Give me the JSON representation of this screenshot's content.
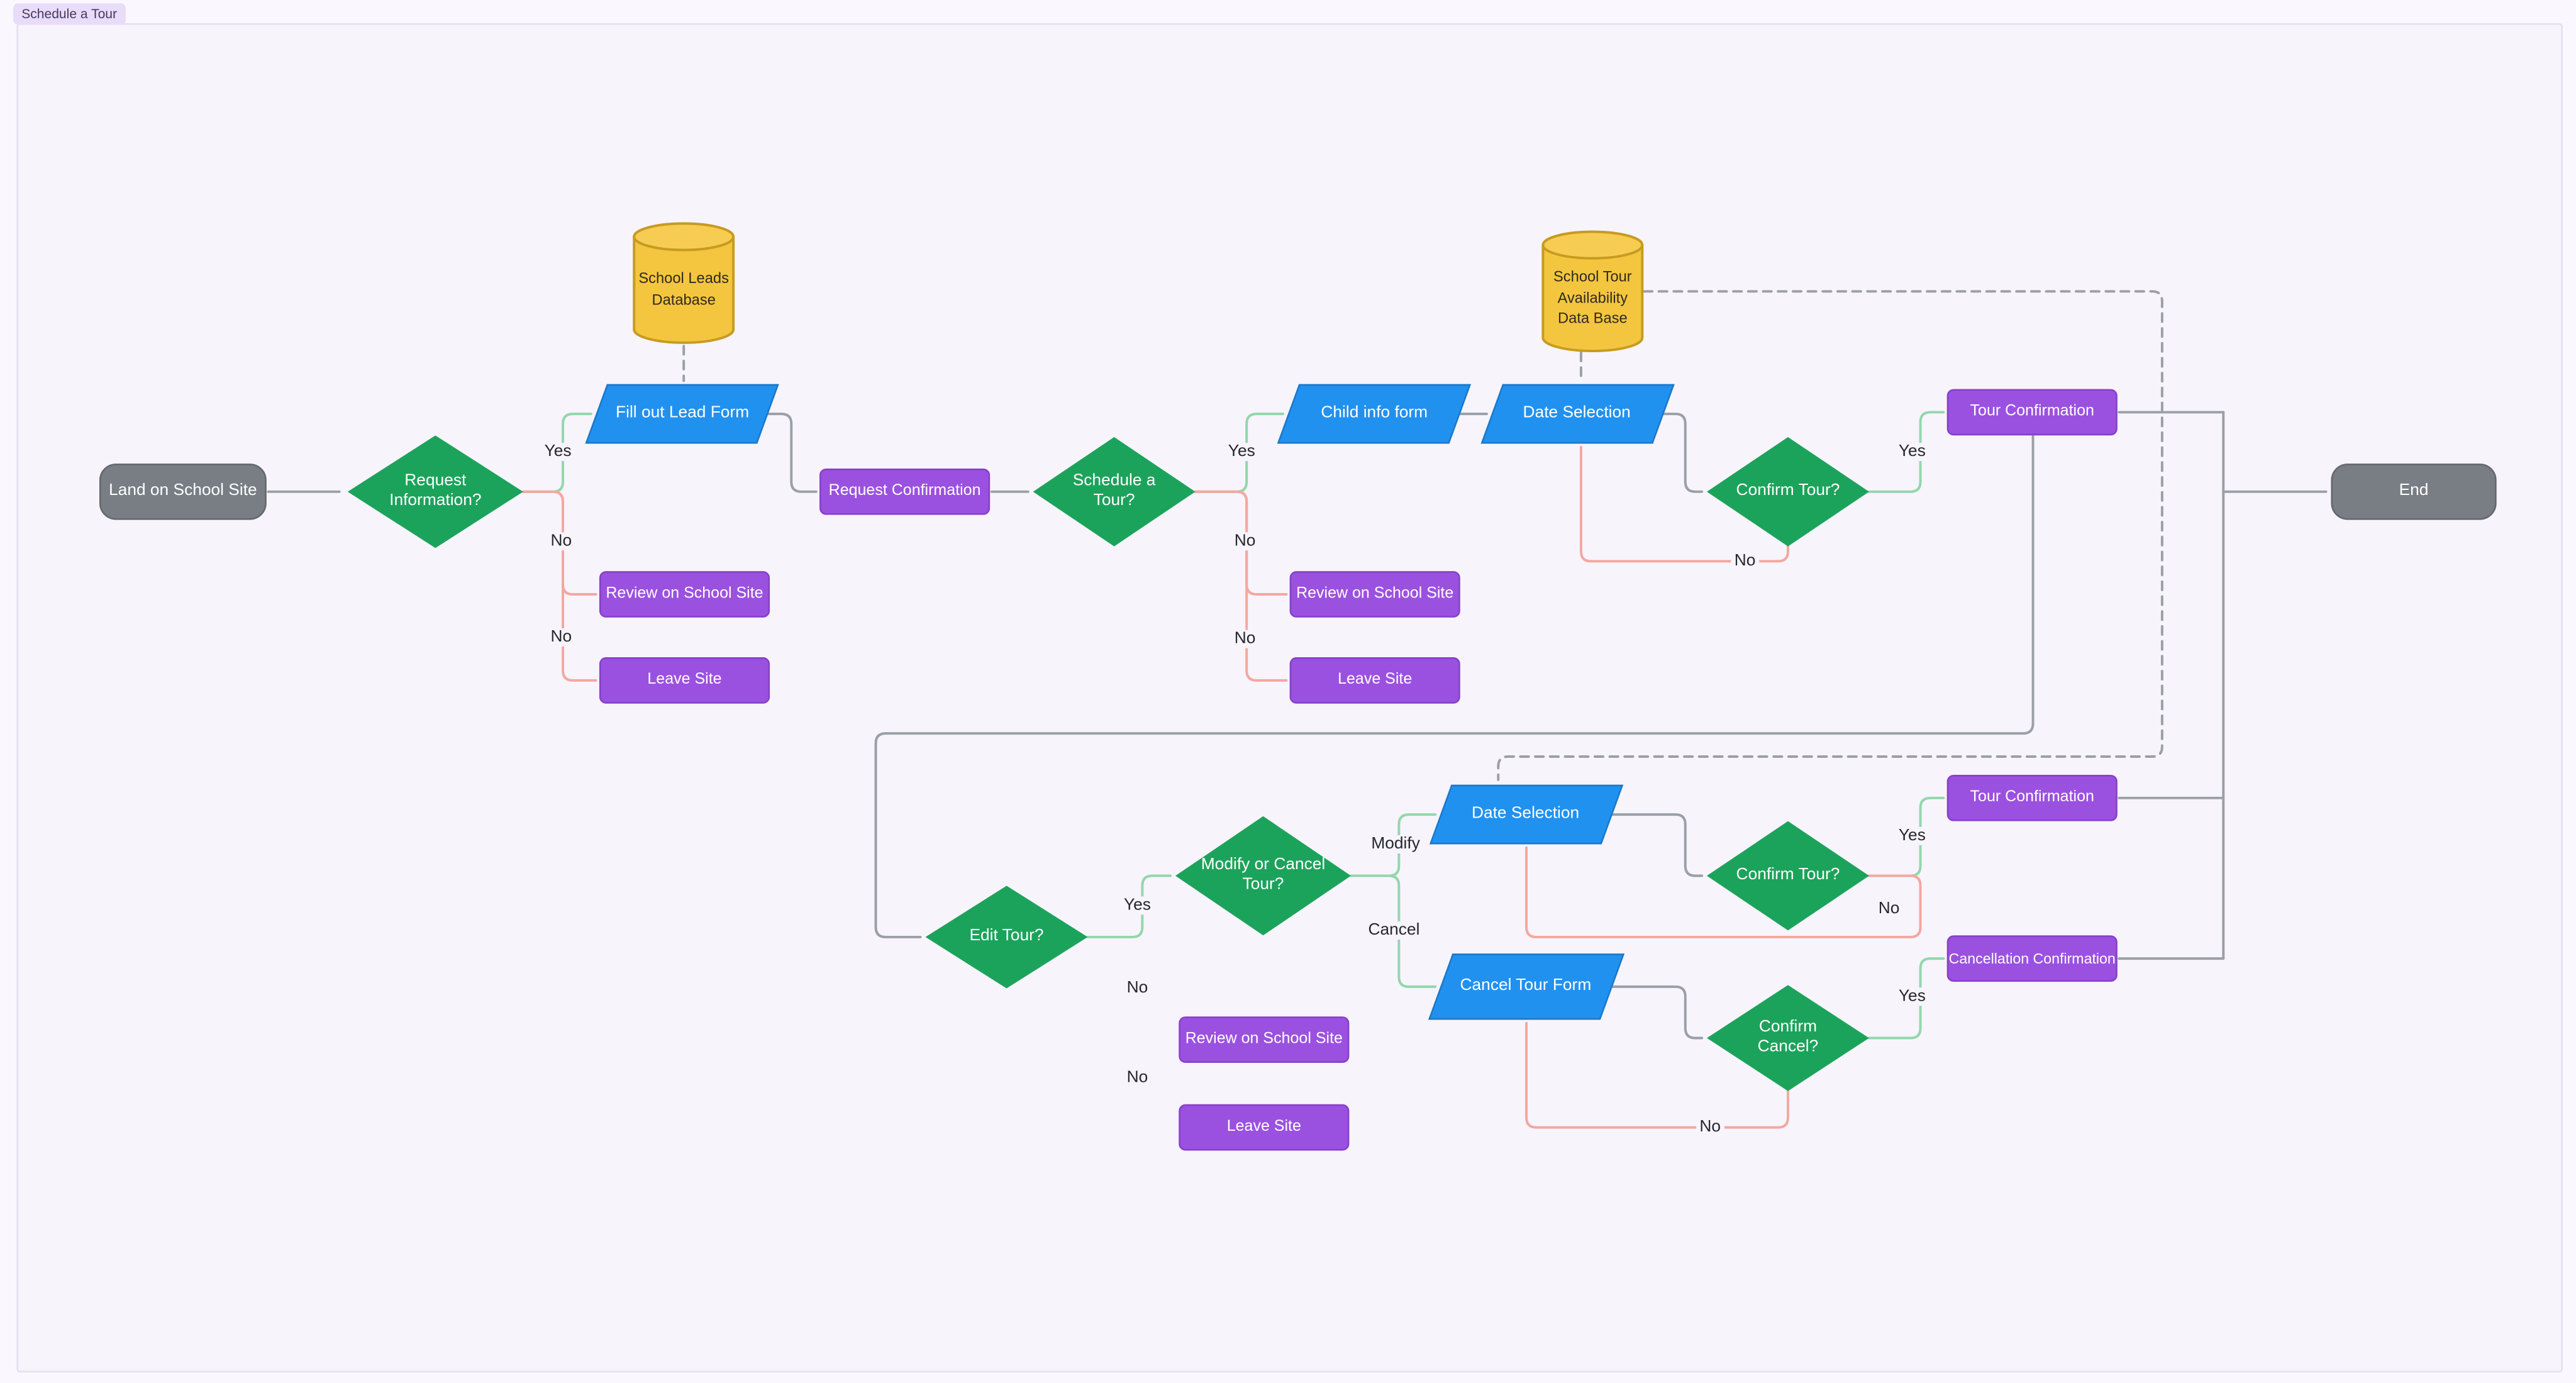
{
  "frame": {
    "badge": "Schedule a Tour"
  },
  "palette": {
    "decision_green": "#1CA35B",
    "io_blue": "#2191F0",
    "process_purple": "#9B51E0",
    "terminator_gray": "#797D84",
    "database_yellow": "#F4C63F",
    "edge_yes_green": "#93D7AB",
    "edge_no_salmon": "#F3A89F",
    "edge_neutral_gray": "#9AA0A6",
    "canvas_bg": "#F7F4FC"
  },
  "nodes": {
    "land_on_site": {
      "label": "Land on School Site",
      "type": "terminator"
    },
    "request_information": {
      "label": "Request Information?",
      "type": "decision"
    },
    "school_leads_db": {
      "label": "School Leads Database",
      "type": "database"
    },
    "fill_out_lead_form": {
      "label": "Fill out Lead Form",
      "type": "input-output"
    },
    "review_on_site_1": {
      "label": "Review on School Site",
      "type": "process"
    },
    "leave_site_1": {
      "label": "Leave Site",
      "type": "process"
    },
    "request_confirmation": {
      "label": "Request Confirmation",
      "type": "process"
    },
    "schedule_a_tour": {
      "label": "Schedule a Tour?",
      "type": "decision"
    },
    "child_info_form": {
      "label": "Child info form",
      "type": "input-output"
    },
    "tour_availability_db": {
      "label": "School Tour Availability Data Base",
      "type": "database"
    },
    "date_selection_1": {
      "label": "Date Selection",
      "type": "input-output"
    },
    "confirm_tour_1": {
      "label": "Confirm Tour?",
      "type": "decision"
    },
    "tour_confirmation_1": {
      "label": "Tour Confirmation",
      "type": "process"
    },
    "review_on_site_2": {
      "label": "Review on School Site",
      "type": "process"
    },
    "leave_site_2": {
      "label": "Leave Site",
      "type": "process"
    },
    "end": {
      "label": "End",
      "type": "terminator"
    },
    "edit_tour": {
      "label": "Edit Tour?",
      "type": "decision"
    },
    "modify_or_cancel": {
      "label": "Modify or Cancel Tour?",
      "type": "decision"
    },
    "review_on_site_3": {
      "label": "Review on School Site",
      "type": "process"
    },
    "leave_site_3": {
      "label": "Leave Site",
      "type": "process"
    },
    "date_selection_2": {
      "label": "Date Selection",
      "type": "input-output"
    },
    "confirm_tour_2": {
      "label": "Confirm Tour?",
      "type": "decision"
    },
    "tour_confirmation_2": {
      "label": "Tour Confirmation",
      "type": "process"
    },
    "cancel_tour_form": {
      "label": "Cancel Tour Form",
      "type": "input-output"
    },
    "confirm_cancel": {
      "label": "Confirm Cancel?",
      "type": "decision"
    },
    "cancellation_confirmation": {
      "label": "Cancellation Confirmation",
      "type": "process"
    }
  },
  "edge_labels": {
    "yes_request_info": "Yes",
    "no_request_info_review": "No",
    "no_request_info_leave": "No",
    "yes_schedule_tour": "Yes",
    "no_schedule_tour_review": "No",
    "no_schedule_tour_leave": "No",
    "yes_confirm_tour_1": "Yes",
    "no_confirm_tour_1": "No",
    "yes_edit_tour": "Yes",
    "no_edit_tour_review": "No",
    "no_edit_tour_leave": "No",
    "modify": "Modify",
    "cancel": "Cancel",
    "yes_confirm_tour_2": "Yes",
    "no_confirm_tour_2": "No",
    "yes_confirm_cancel": "Yes",
    "no_confirm_cancel": "No"
  }
}
